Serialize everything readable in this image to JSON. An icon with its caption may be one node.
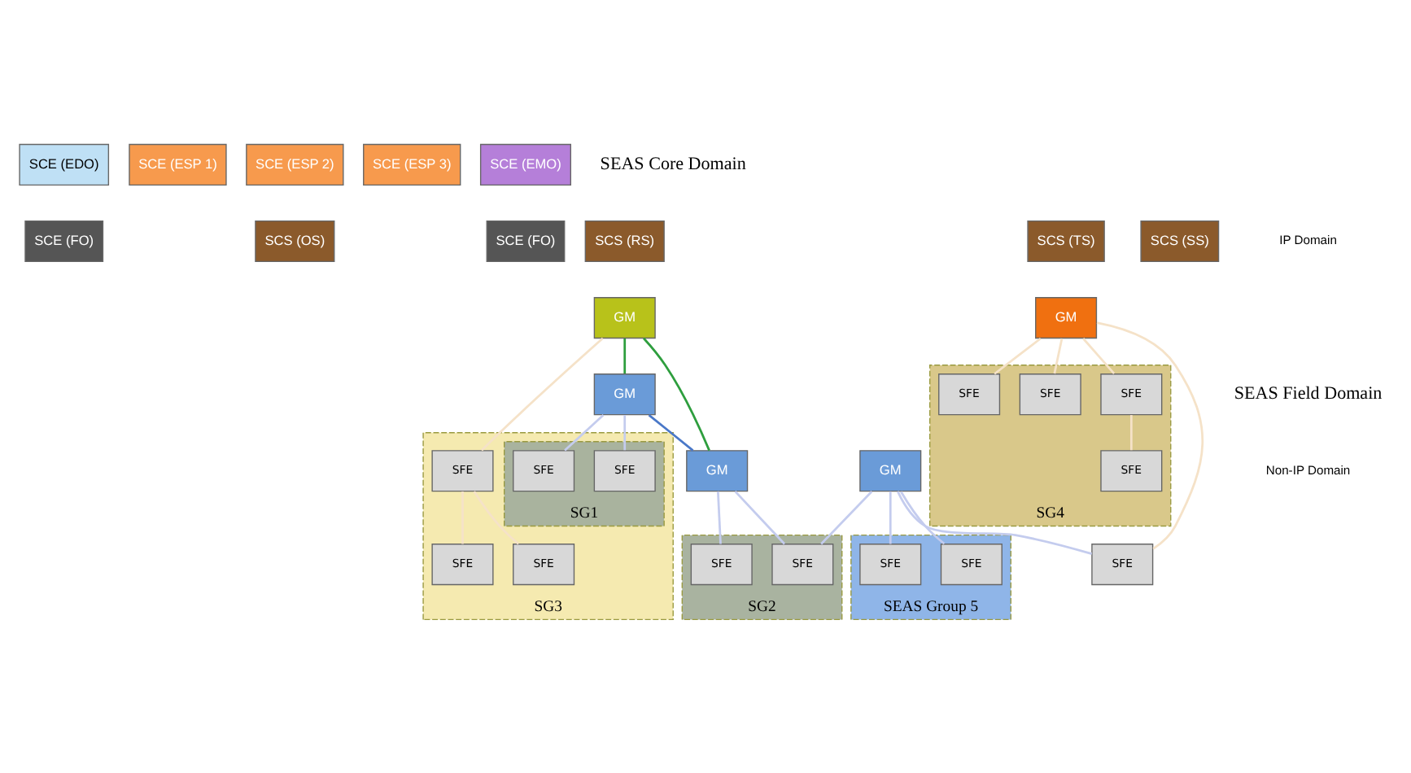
{
  "diagram": {
    "nodes": [
      {
        "text": [
          "SCE (EDO)"
        ]
      },
      {
        "text": [
          "SCE (ESP 1)"
        ]
      },
      {
        "text": [
          "SCE (ESP 2)"
        ]
      },
      {
        "text": [
          "SCE (ESP 3)"
        ]
      },
      {
        "text": [
          "SCE (EMO)"
        ]
      },
      {
        "text": [
          "SCE (FO)"
        ]
      },
      {
        "text": [
          "SCS (RS)"
        ]
      },
      {
        "text": [
          "SCS (OS)"
        ]
      },
      {
        "text": [
          "SCS (TS)"
        ]
      },
      {
        "text": [
          "SCS (SS)"
        ]
      },
      {
        "text": [
          "SCE (FO)"
        ]
      },
      {
        "text": [
          "GM"
        ]
      },
      {
        "text": [
          "GM"
        ]
      },
      {
        "text": [
          "GM"
        ]
      },
      {
        "text": [
          "GM"
        ]
      },
      {
        "text": [
          "GM"
        ]
      },
      {
        "text": [
          "SG3"
        ]
      },
      {
        "text": [
          "SG1"
        ],
        "in": 16
      },
      {
        "text": [
          "SFE"
        ],
        "in": 17
      },
      {
        "text": [
          "SFE"
        ],
        "in": 17
      },
      {
        "text": [
          "SG2"
        ]
      },
      {
        "text": [
          "SFE"
        ],
        "in": 20
      },
      {
        "text": [
          "SFE"
        ],
        "in": 20
      },
      {
        "text": [
          "SFE"
        ],
        "in": 16
      },
      {
        "text": [
          "SFE"
        ],
        "in": 16
      },
      {
        "text": [
          "SFE"
        ],
        "in": 16
      },
      {
        "text": [
          "SG4"
        ]
      },
      {
        "text": [
          "SFE"
        ]
      },
      {
        "text": [
          "SFE"
        ],
        "in": 26
      },
      {
        "text": [
          "SFE"
        ],
        "in": 26
      },
      {
        "text": [
          "SFE"
        ],
        "in": 26
      },
      {
        "text": [
          "SFE"
        ],
        "in": 26
      },
      {
        "text": [
          "SEAS Group 5"
        ]
      },
      {
        "text": [
          "SFE"
        ],
        "in": 32
      },
      {
        "text": [
          "SFE"
        ],
        "in": 32
      }
    ],
    "edges": [
      {
        "from": 11,
        "to": 12,
        "arrow": "none",
        "color": "#2e9e3e"
      },
      {
        "from": 11,
        "to": 13,
        "arrow": "none",
        "color": "#2e9e3e"
      },
      {
        "from": 12,
        "to": 13,
        "arrow": "none",
        "color": "#4a78c8"
      },
      {
        "from": 12,
        "to": 18,
        "arrow": "none"
      },
      {
        "from": 12,
        "to": 19,
        "arrow": "none"
      },
      {
        "from": 11,
        "to": 23,
        "arrow": "none",
        "color": "#f5e2c8"
      },
      {
        "from": 23,
        "to": 24,
        "arrow": "none",
        "color": "#f5e2c8"
      },
      {
        "from": 23,
        "to": 25,
        "arrow": "none",
        "color": "#f5e2c8"
      },
      {
        "from": 13,
        "to": 22,
        "arrow": "none"
      },
      {
        "from": 13,
        "to": 21,
        "arrow": "none"
      },
      {
        "from": 15,
        "to": 21,
        "arrow": "none"
      },
      {
        "from": 15,
        "to": 27,
        "arrow": "none"
      },
      {
        "from": 14,
        "to": 27,
        "arrow": "none",
        "color": "#f5e2c8"
      },
      {
        "from": 14,
        "to": 28,
        "arrow": "none",
        "color": "#f5e2c8"
      },
      {
        "from": 14,
        "to": 29,
        "arrow": "none",
        "color": "#f5e2c8"
      },
      {
        "from": 14,
        "to": 30,
        "arrow": "none",
        "color": "#f5e2c8"
      },
      {
        "from": 28,
        "to": 31,
        "arrow": "none",
        "color": "#f5e2c8"
      },
      {
        "from": 15,
        "to": 33,
        "arrow": "none"
      },
      {
        "from": 15,
        "to": 34,
        "arrow": "none"
      }
    ],
    "labels": [
      "SEAS Core Domain",
      "IP Domain",
      "SEAS Field Domain",
      "Non-IP Domain"
    ]
  }
}
